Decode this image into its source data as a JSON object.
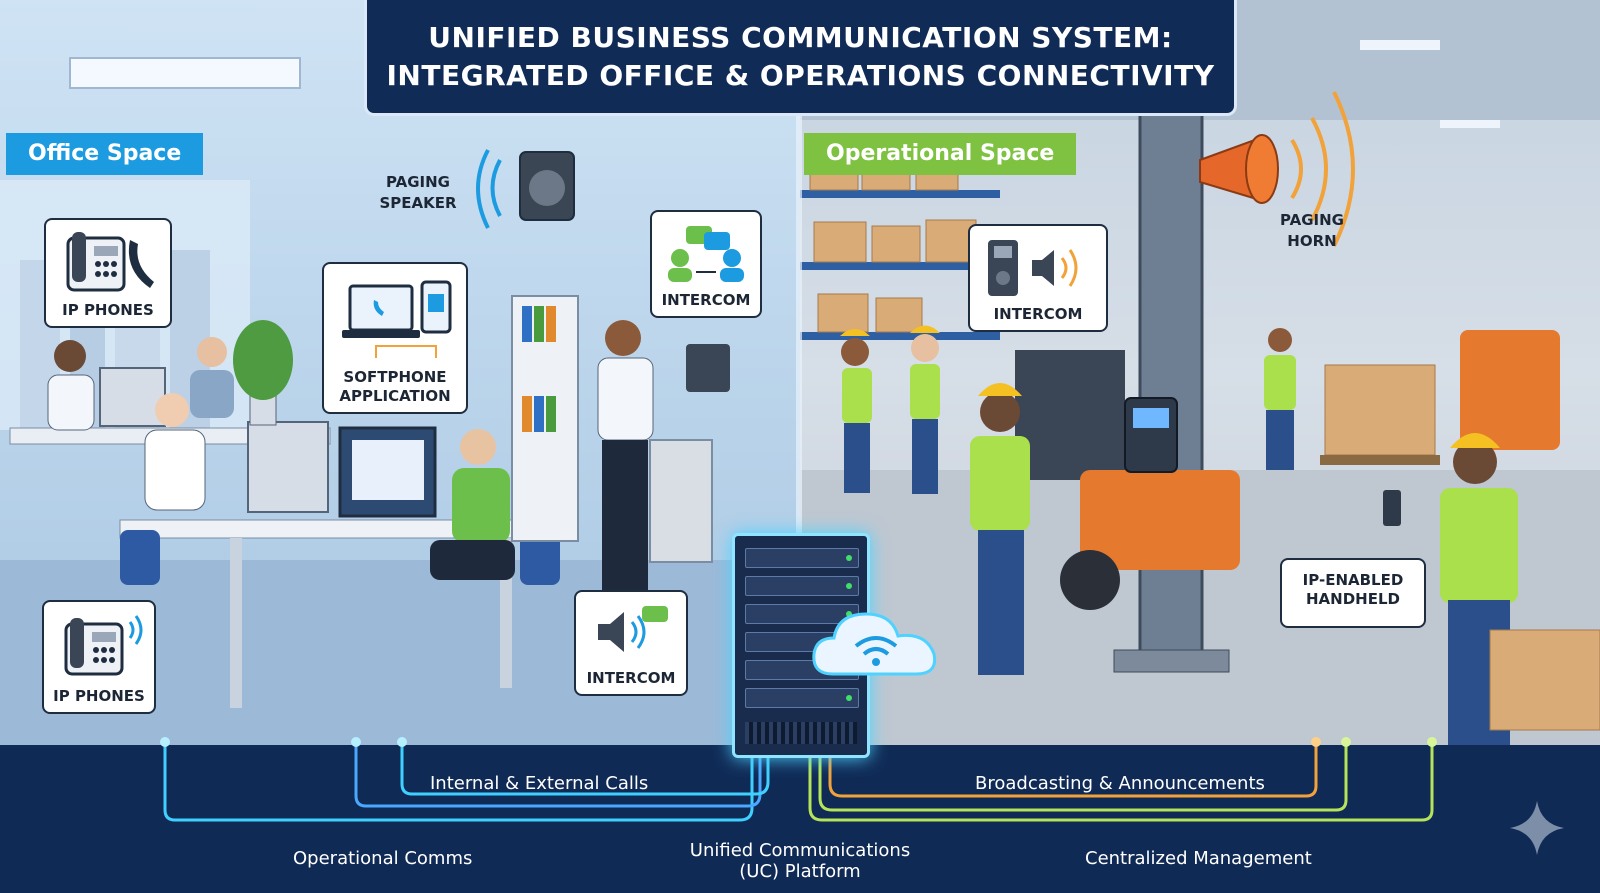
{
  "title": {
    "line1": "UNIFIED BUSINESS COMMUNICATION SYSTEM:",
    "line2": "INTEGRATED OFFICE & OPERATIONS CONNECTIVITY"
  },
  "sections": {
    "office": "Office Space",
    "operational": "Operational Space"
  },
  "office_callouts": {
    "ip_phones_top": "IP PHONES",
    "paging_speaker_line1": "PAGING",
    "paging_speaker_line2": "SPEAKER",
    "softphone_line1": "SOFTPHONE",
    "softphone_line2": "APPLICATION",
    "intercom_top": "INTERCOM",
    "ip_phones_bottom": "IP PHONES",
    "intercom_bottom": "INTERCOM"
  },
  "ops_callouts": {
    "intercom": "INTERCOM",
    "paging_horn_line1": "PAGING",
    "paging_horn_line2": "HORN",
    "handheld_line1": "IP-ENABLED",
    "handheld_line2": "HANDHELD"
  },
  "flows": {
    "internal_external": "Internal & External Calls",
    "broadcasting": "Broadcasting & Announcements",
    "operational_comms": "Operational Comms",
    "uc_line1": "Unified Communications",
    "uc_line2": "(UC) Platform",
    "centralized": "Centralized Management"
  },
  "colors": {
    "title_bg": "#112b57",
    "office_tag": "#1d9be0",
    "ops_tag": "#7fc241",
    "line_cyan": "#3fd0ff",
    "line_blue": "#4aa8ff",
    "line_green": "#b5e35a",
    "line_orange": "#f2a23a",
    "band_bg": "#102a56"
  },
  "icons": [
    "desk-phone-icon",
    "handset-icon",
    "speaker-icon",
    "laptop-icon",
    "smartphone-icon",
    "chat-people-icon",
    "intercom-panel-icon",
    "paging-horn-icon",
    "cloud-wifi-icon",
    "server-rack-icon",
    "sparkle-icon"
  ]
}
